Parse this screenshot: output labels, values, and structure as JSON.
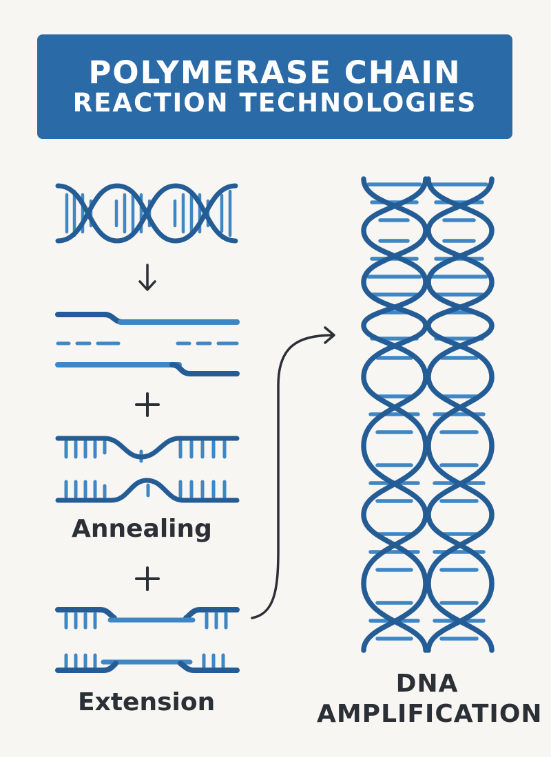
{
  "title": {
    "line1": "POLYMERASE CHAIN",
    "line2": "REACTION TECHNOLOGIES"
  },
  "steps": {
    "annealing": "Annealing",
    "extension": "Extension",
    "plus": "+",
    "arrow": "↓"
  },
  "result": {
    "line1": "DNA",
    "line2": "AMPLIFICATION"
  },
  "colors": {
    "banner": "#2a6aa7",
    "strand_dark": "#245d96",
    "strand_light": "#3f86c4",
    "text": "#2b2f36",
    "background": "#f8f6f2"
  }
}
